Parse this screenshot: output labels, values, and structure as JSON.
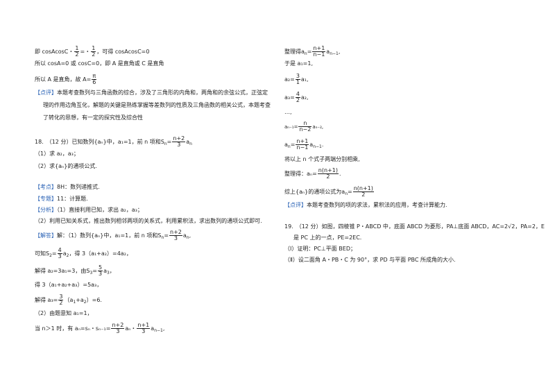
{
  "left": {
    "l1_a": "即 cosAcosC・",
    "l1_f1n": "1",
    "l1_f1d": "2",
    "l1_b": "=・",
    "l1_f2n": "1",
    "l1_f2d": "2",
    "l1_c": "，可得 cosAcosC=0",
    "l2": "所以 cosA=0 或 cosC=0，即 A 是直角或 C 是直角",
    "l3_a": "所以 A 是直角，故 A=",
    "l3_fn": "π",
    "l3_fd": "6",
    "dp_tag": "【点评】",
    "dp1": "本题考查数列与三角函数的综合，涉及了三角形的内角和，两角和的余弦公式，正弦定",
    "dp2": "理的作用边角互化，解题的关键是熟练掌握等差数列的性质及三角函数的相关公式，本题考查",
    "dp3": "了转化的思想，有一定的探究性及综合性",
    "q18_a": "18.　（12 分）已知数列{aₙ}中，a₁=1，前 n 项和",
    "q18_S": "S",
    "q18_Ssub": "n",
    "q18_b": "=",
    "q18_fn": "n+2",
    "q18_fd": "3",
    "q18_c": "a",
    "q18_csub": "n",
    "q18_p1": "（1）求 a₂，a₃；",
    "q18_p2": "（2）求{aₙ}的通项公式.",
    "kd_tag": "【考点】",
    "kd": "8H：数列递推式.",
    "zt_tag": "【专题】",
    "zt": "11：计算题.",
    "fx_tag": "【分析】",
    "fx1": "（1）直接利用已知，求出 a₂，a₃；",
    "fx2": "（2）利用已知关系式，推出数列相邻两项的关系式，利用累积法，求出数列的通项公式即可.",
    "jd_tag": "【解答】",
    "jd_a": "解：（1）数列{aₙ}中，a₁=1，前 n 项和",
    "jd_S": "S",
    "jd_Ssub": "n",
    "jd_b": "=",
    "jd_fn": "n+2",
    "jd_fd": "3",
    "jd_c": "a",
    "jd_csub": "n",
    "jd_d": ",",
    "s2_a": "可知",
    "s2_S": "S",
    "s2_Ssub": "2",
    "s2_b": "=",
    "s2_fn": "4",
    "s2_fd": "3",
    "s2_c": "a",
    "s2_csub": "2",
    "s2_d": "，得 3（a₁+a₂）=4a₂，",
    "s3_a": "解得 a₂=3a₁=3，由",
    "s3_S": "S",
    "s3_Ssub": "3",
    "s3_b": "=",
    "s3_fn": "5",
    "s3_fd": "3",
    "s3_c": "a",
    "s3_csub": "3",
    "s3_d": "，",
    "s4": "得 3（a₁+a₂+a₃）=5a₃，",
    "s5_a": "解得 a₃=",
    "s5_fn": "3",
    "s5_fd": "2",
    "s5_b": "（a",
    "s5_b1": "1",
    "s5_c": "+a",
    "s5_c1": "2",
    "s5_d": "）=6.",
    "s6": "（2）由题意知 a₁=1，",
    "s7_a": "当 n＞1 时，有 aₙ=sₙ・sₙ₋₁=",
    "s7_f1n": "n+2",
    "s7_f1d": "3",
    "s7_b": "aₙ・",
    "s7_f2n": "n+1",
    "s7_f2d": "3",
    "s7_c": "a",
    "s7_csub": "n−1",
    "s7_d": ","
  },
  "right": {
    "r1_a": "整理得",
    "r1_b": "a",
    "r1_bsub": "n",
    "r1_c": "=",
    "r1_fn": "n+1",
    "r1_fd": "n−1",
    "r1_d": "a",
    "r1_dsub": "n−1",
    "r1_e": ",",
    "r2": "于是 a₁=1,",
    "r3_a": "a₂=",
    "r3_fn": "3",
    "r3_fd": "1",
    "r3_b": "a₁,",
    "r4_a": "a₃=",
    "r4_fn": "4",
    "r4_fd": "2",
    "r4_b": "a₂,",
    "r5": "…,",
    "r6_a": "aₙ₋₁=",
    "r6_fn": "n",
    "r6_fd": "n−2",
    "r6_b": "aₙ₋₂,",
    "r7_a": "a",
    "r7_asub": "n",
    "r7_b": "=",
    "r7_fn": "n+1",
    "r7_fd": "n−1",
    "r7_c": "a",
    "r7_csub": "n−1",
    "r7_d": ".",
    "r8": "将以上 n 个式子两端分别相乘,",
    "r9_a": "整理得：aₙ=",
    "r9_fn": "n(n+1)",
    "r9_fd": "2",
    "r9_b": ".",
    "r10_a": "综上{aₙ}的通项公式为",
    "r10_b": "a",
    "r10_bsub": "n",
    "r10_c": "=",
    "r10_fn": "n(n+1)",
    "r10_fd": "2",
    "dp_tag": "【点评】",
    "dp": "本题考查数列的项的求法，累积法的应用，考查计算能力.",
    "q19_a": "19.　（12 分）如图，四棱锥 P・ABCD 中，底面 ABCD 为菱形，PA⊥底面 ABCD，AC=2√2，PA=2，E",
    "q19_b": "是 PC 上的一点，PE=2EC.",
    "q19_p1": "（Ⅰ）证明：PC⊥平面 BED；",
    "q19_p2": "（Ⅱ）设二面角 A・PB・C 为 90°，求 PD 与平面 PBC 所成角的大小."
  }
}
